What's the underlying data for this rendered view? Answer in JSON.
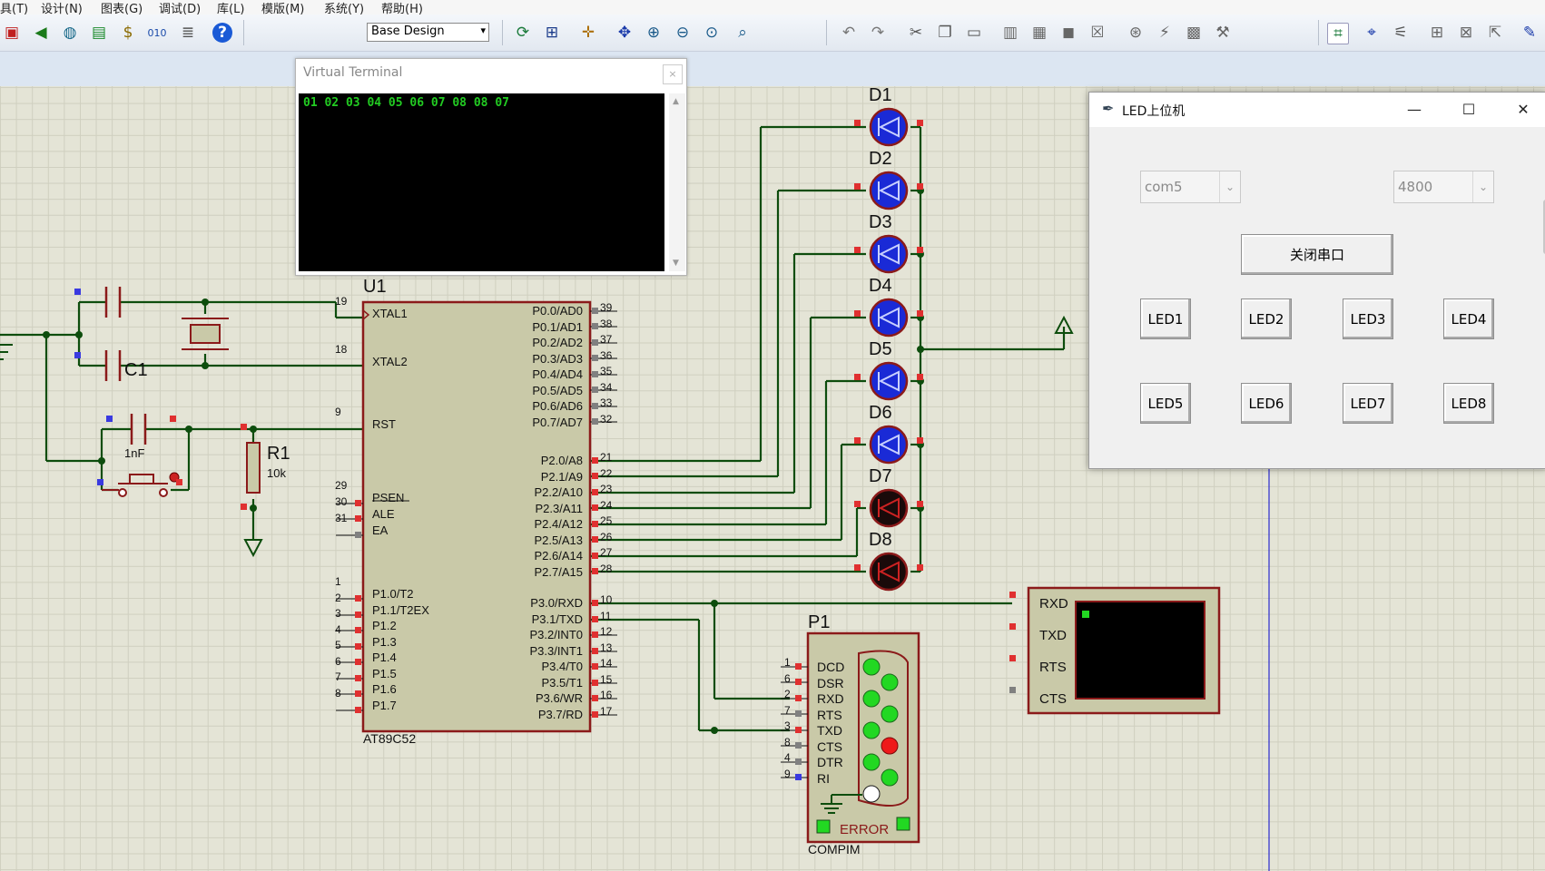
{
  "menu": [
    "具(T)",
    "设计(N)",
    "图表(G)",
    "调试(D)",
    "库(L)",
    "模版(M)",
    "系统(Y)",
    "帮助(H)"
  ],
  "toolbar": {
    "design_select": "Base Design",
    "left_icons": [
      "chip-icon",
      "arrow-back-icon",
      "zoom-glass-icon",
      "document-green-icon",
      "dollar-doc-icon",
      "binary-icon",
      "list-doc-icon",
      "help-icon"
    ],
    "mid_icons": [
      "refresh-icon",
      "grid-icon",
      "origin-icon",
      "pan-icon",
      "zoom-in-icon",
      "zoom-out-icon",
      "zoom-all-icon",
      "zoom-area-icon"
    ],
    "edit_icons": [
      "undo-icon",
      "redo-icon",
      "cut-icon",
      "copy-icon",
      "paste-icon",
      "block-copy-icon",
      "block-move-icon",
      "block-rotate-icon",
      "block-delete-icon",
      "pick-icon",
      "make-device-icon",
      "pack-icon",
      "decompose-icon"
    ],
    "right_icons": [
      "wire-autoroute-icon",
      "search-icon",
      "property-tool-icon",
      "new-sheet-icon",
      "remove-sheet-icon",
      "exit-sheet-icon",
      "netlist-icon"
    ]
  },
  "virtual_terminal": {
    "title": "Virtual Terminal",
    "close_glyph": "×",
    "output": "01 02 03 04 05 06 07 08 08 07"
  },
  "app": {
    "title": "LED上位机",
    "minimize_glyph": "—",
    "maximize_glyph": "☐",
    "close_glyph": "✕",
    "port_combo": "com5",
    "baud_combo": "4800",
    "toggle_button": "关闭串口",
    "led_buttons": [
      "LED1",
      "LED2",
      "LED3",
      "LED4",
      "LED5",
      "LED6",
      "LED7",
      "LED8"
    ]
  },
  "schematic": {
    "mcu": {
      "ref": "U1",
      "part": "AT89C52",
      "left_pins": [
        {
          "num": "19",
          "name": "XTAL1"
        },
        {
          "num": "18",
          "name": "XTAL2"
        },
        {
          "num": "9",
          "name": "RST"
        },
        {
          "num": "29",
          "name": "PSEN"
        },
        {
          "num": "30",
          "name": "ALE"
        },
        {
          "num": "31",
          "name": "EA"
        },
        {
          "num": "1",
          "name": "P1.0/T2"
        },
        {
          "num": "2",
          "name": "P1.1/T2EX"
        },
        {
          "num": "3",
          "name": "P1.2"
        },
        {
          "num": "4",
          "name": "P1.3"
        },
        {
          "num": "5",
          "name": "P1.4"
        },
        {
          "num": "6",
          "name": "P1.5"
        },
        {
          "num": "7",
          "name": "P1.6"
        },
        {
          "num": "8",
          "name": "P1.7"
        }
      ],
      "right_pins_p0": [
        {
          "num": "39",
          "name": "P0.0/AD0"
        },
        {
          "num": "38",
          "name": "P0.1/AD1"
        },
        {
          "num": "37",
          "name": "P0.2/AD2"
        },
        {
          "num": "36",
          "name": "P0.3/AD3"
        },
        {
          "num": "35",
          "name": "P0.4/AD4"
        },
        {
          "num": "34",
          "name": "P0.5/AD5"
        },
        {
          "num": "33",
          "name": "P0.6/AD6"
        },
        {
          "num": "32",
          "name": "P0.7/AD7"
        }
      ],
      "right_pins_p2": [
        {
          "num": "21",
          "name": "P2.0/A8"
        },
        {
          "num": "22",
          "name": "P2.1/A9"
        },
        {
          "num": "23",
          "name": "P2.2/A10"
        },
        {
          "num": "24",
          "name": "P2.3/A11"
        },
        {
          "num": "25",
          "name": "P2.4/A12"
        },
        {
          "num": "26",
          "name": "P2.5/A13"
        },
        {
          "num": "27",
          "name": "P2.6/A14"
        },
        {
          "num": "28",
          "name": "P2.7/A15"
        }
      ],
      "right_pins_p3": [
        {
          "num": "10",
          "name": "P3.0/RXD"
        },
        {
          "num": "11",
          "name": "P3.1/TXD"
        },
        {
          "num": "12",
          "name": "P3.2/INT0"
        },
        {
          "num": "13",
          "name": "P3.3/INT1"
        },
        {
          "num": "14",
          "name": "P3.4/T0"
        },
        {
          "num": "15",
          "name": "P3.5/T1"
        },
        {
          "num": "16",
          "name": "P3.6/WR"
        },
        {
          "num": "17",
          "name": "P3.7/RD"
        }
      ]
    },
    "leds": [
      {
        "ref": "D1",
        "lit": true
      },
      {
        "ref": "D2",
        "lit": true
      },
      {
        "ref": "D3",
        "lit": true
      },
      {
        "ref": "D4",
        "lit": true
      },
      {
        "ref": "D5",
        "lit": true
      },
      {
        "ref": "D6",
        "lit": true
      },
      {
        "ref": "D7",
        "lit": false
      },
      {
        "ref": "D8",
        "lit": false
      }
    ],
    "c1": {
      "ref": "C1",
      "value": "1nF"
    },
    "r1": {
      "ref": "R1",
      "value": "10k"
    },
    "compim": {
      "ref": "P1",
      "part": "COMPIM",
      "error_label": "ERROR",
      "pins": [
        {
          "num": "1",
          "name": "DCD"
        },
        {
          "num": "6",
          "name": "DSR"
        },
        {
          "num": "2",
          "name": "RXD"
        },
        {
          "num": "7",
          "name": "RTS"
        },
        {
          "num": "3",
          "name": "TXD"
        },
        {
          "num": "8",
          "name": "CTS"
        },
        {
          "num": "4",
          "name": "DTR"
        },
        {
          "num": "9",
          "name": "RI"
        }
      ]
    },
    "terminal_pins": [
      "RXD",
      "TXD",
      "RTS",
      "CTS"
    ],
    "colors": {
      "wire": "#0d4d0d",
      "component": "#8b1a1a",
      "led_lit": "#1a2ad6",
      "led_off": "#1a0a0a",
      "pin_red": "#e03030",
      "pin_grey": "#808080",
      "pin_blue": "#3a3ae0",
      "body_fill": "#c9c9a8"
    }
  }
}
